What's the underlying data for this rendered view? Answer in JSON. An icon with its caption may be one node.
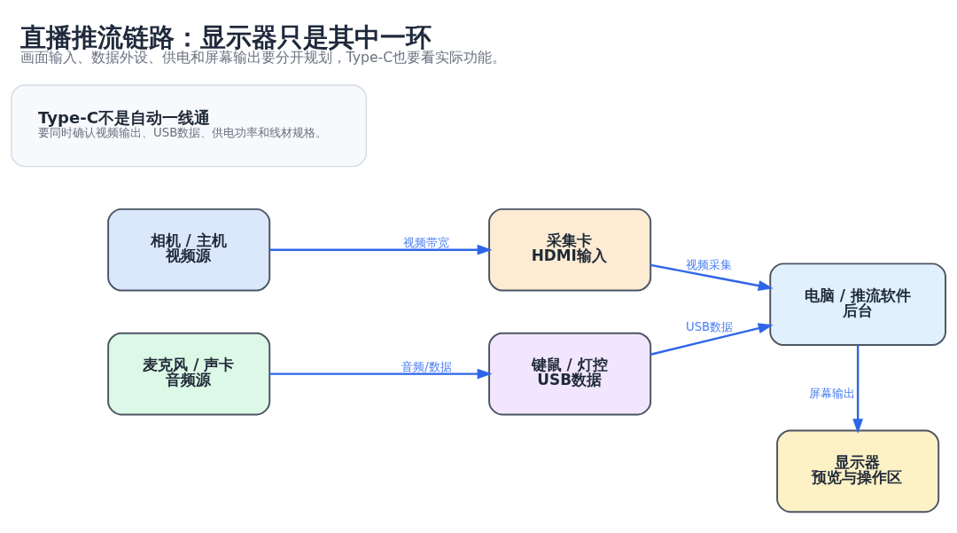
{
  "diagram": {
    "title": "直播推流链路：显示器只是其中一环",
    "caption": "画面输入、数据外设、供电和屏幕输出要分开规划，Type-C也要看实际功能。",
    "nodes": [
      {
        "text": [
          "相机 / 主机",
          "视频源"
        ]
      },
      {
        "text": [
          "采集卡",
          "HDMI输入"
        ]
      },
      {
        "text": [
          "电脑 / 推流软件",
          "后台"
        ]
      },
      {
        "text": [
          "麦克风 / 声卡",
          "音频源"
        ]
      },
      {
        "text": [
          "键鼠 / 灯控",
          "USB数据"
        ]
      },
      {
        "text": [
          "显示器",
          "预览与操作区"
        ]
      },
      {
        "text": [
          "Type-C不是自动一线通",
          "要同时确认视频输出、USB数据、供电功率和线材规格。"
        ]
      }
    ],
    "edges": [
      {
        "from": 0,
        "to": 1,
        "arrow": "to",
        "label": "视频带宽"
      },
      {
        "from": 1,
        "to": 2,
        "arrow": "to",
        "label": "视频采集"
      },
      {
        "from": 3,
        "to": 4,
        "arrow": "to",
        "label": "音频/数据"
      },
      {
        "from": 4,
        "to": 2,
        "arrow": "to",
        "label": "USB数据"
      },
      {
        "from": 2,
        "to": 5,
        "arrow": "to",
        "label": "屏幕输出"
      }
    ]
  }
}
